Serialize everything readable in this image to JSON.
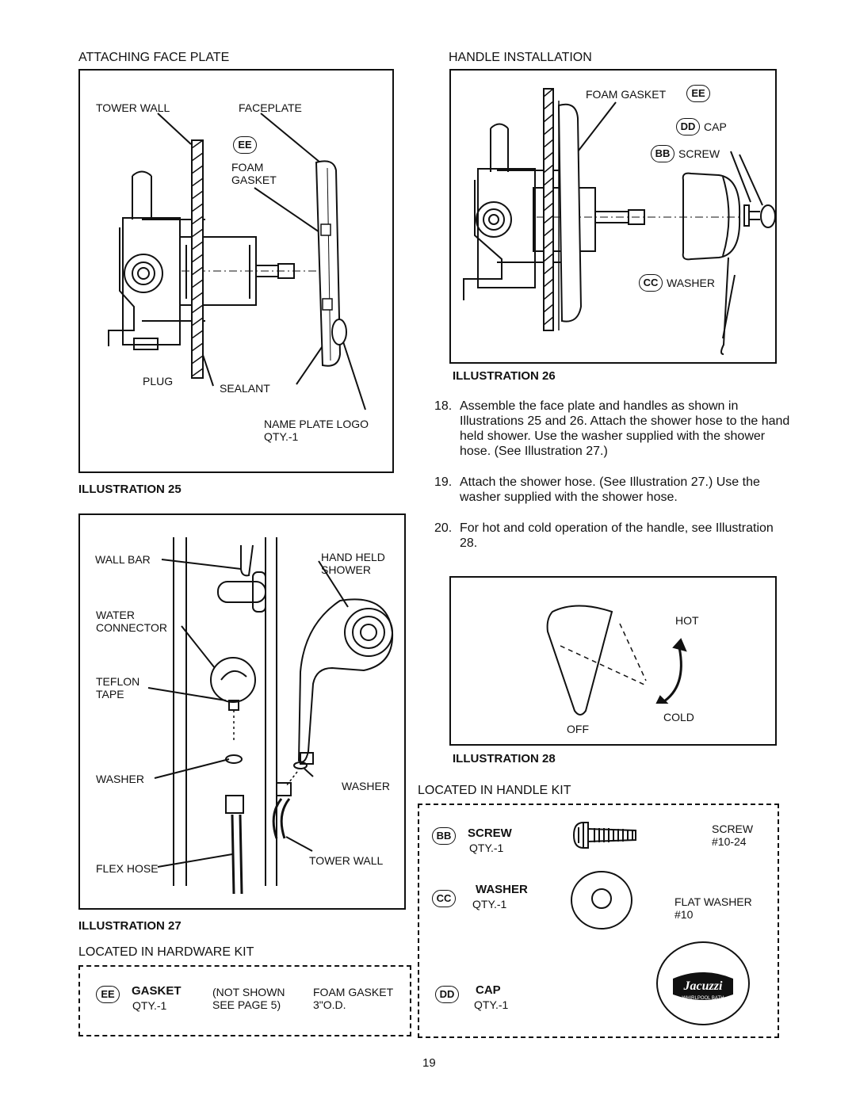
{
  "ill25": {
    "heading": "ATTACHING FACE PLATE",
    "caption": "ILLUSTRATION 25",
    "labels": {
      "tower_wall": "TOWER WALL",
      "faceplate": "FACEPLATE",
      "ee": "EE",
      "foam_gasket": "FOAM\nGASKET",
      "plug": "PLUG",
      "sealant": "SEALANT",
      "name_plate": "NAME PLATE LOGO\nQTY.-1"
    }
  },
  "ill26": {
    "heading": "HANDLE INSTALLATION",
    "caption": "ILLUSTRATION 26",
    "labels": {
      "foam_gasket": "FOAM GASKET",
      "ee": "EE",
      "dd": "DD",
      "cap": "CAP",
      "bb": "BB",
      "screw": "SCREW",
      "cc": "CC",
      "washer": "WASHER"
    }
  },
  "ill27": {
    "caption": "ILLUSTRATION 27",
    "labels": {
      "wall_bar": "WALL BAR",
      "hand_held": "HAND HELD\nSHOWER",
      "water_connector": "WATER\nCONNECTOR",
      "teflon": "TEFLON\nTAPE",
      "washer_left": "WASHER",
      "washer_right": "WASHER",
      "flex_hose": "FLEX HOSE",
      "tower_wall": "TOWER WALL"
    }
  },
  "ill28": {
    "caption": "ILLUSTRATION 28",
    "labels": {
      "hot": "HOT",
      "cold": "COLD",
      "off": "OFF"
    }
  },
  "steps": [
    {
      "num": "18.",
      "text": "Assemble the face plate and handles as shown in Illustrations 25 and 26.  Attach the shower hose to the hand held shower.  Use the washer supplied with the shower hose.  (See Illustration 27.)"
    },
    {
      "num": "19.",
      "text": "Attach the shower hose.  (See Illustration 27.)  Use the washer supplied with the shower hose."
    },
    {
      "num": "20.",
      "text": "For hot and cold operation of the handle, see Illustration 28."
    }
  ],
  "hardware_kit": {
    "heading": "LOCATED IN HARDWARE KIT",
    "code": "EE",
    "name": "GASKET",
    "qty": "QTY.-1",
    "note": "(NOT SHOWN\nSEE PAGE 5)",
    "desc": "FOAM GASKET\n3\"O.D."
  },
  "handle_kit": {
    "heading": "LOCATED IN HANDLE KIT",
    "items": [
      {
        "code": "BB",
        "name": "SCREW",
        "qty": "QTY.-1",
        "desc": "SCREW\n#10-24"
      },
      {
        "code": "CC",
        "name": "WASHER",
        "qty": "QTY.-1",
        "desc": "FLAT WASHER\n#10"
      },
      {
        "code": "DD",
        "name": "CAP",
        "qty": "QTY.-1",
        "desc": ""
      }
    ],
    "logo_text": "Jacuzzi",
    "logo_sub": "WHIRLPOOL BATH"
  },
  "page_number": "19"
}
